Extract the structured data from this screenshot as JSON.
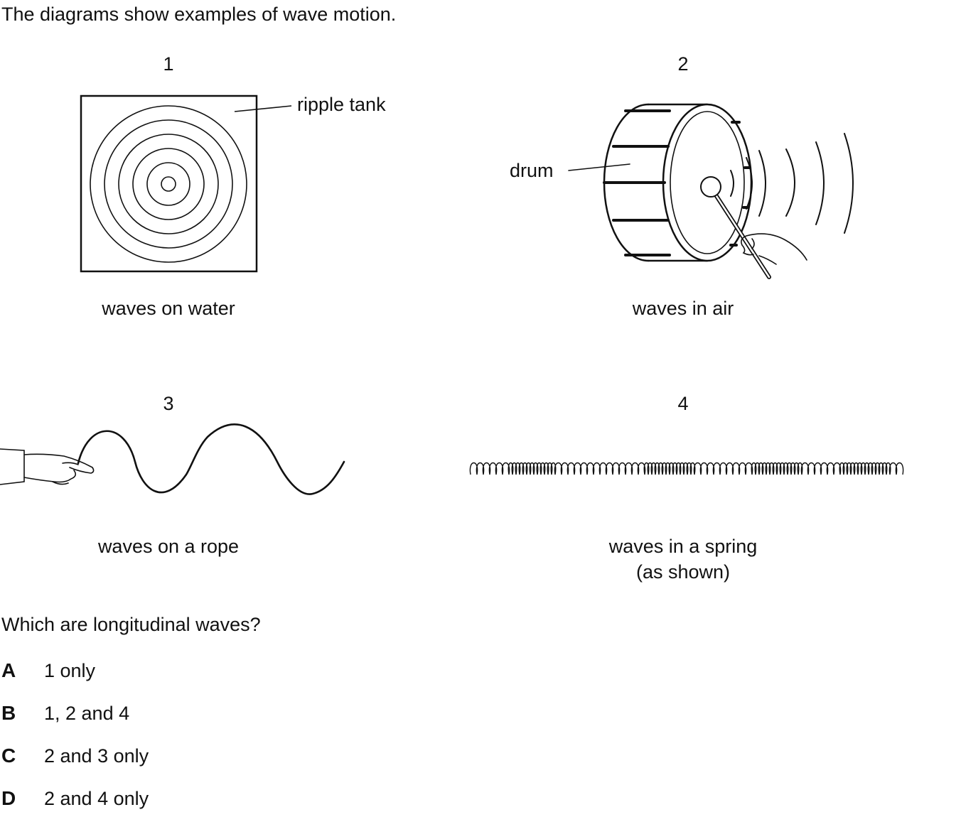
{
  "intro": "The diagrams show examples of wave motion.",
  "diagrams": [
    {
      "number": "1",
      "caption": "waves on water",
      "label": "ripple tank",
      "icon": "concentric-ripples-icon"
    },
    {
      "number": "2",
      "caption": "waves in air",
      "label": "drum",
      "icon": "drum-icon"
    },
    {
      "number": "3",
      "caption": "waves on a rope",
      "icon": "rope-wave-icon"
    },
    {
      "number": "4",
      "caption_line1": "waves in a spring",
      "caption_line2": "(as shown)",
      "icon": "spring-coil-icon"
    }
  ],
  "question": "Which are longitudinal waves?",
  "options": [
    {
      "letter": "A",
      "text": "1 only"
    },
    {
      "letter": "B",
      "text": "1, 2 and 4"
    },
    {
      "letter": "C",
      "text": "2 and 3 only"
    },
    {
      "letter": "D",
      "text": "2 and 4 only"
    }
  ]
}
